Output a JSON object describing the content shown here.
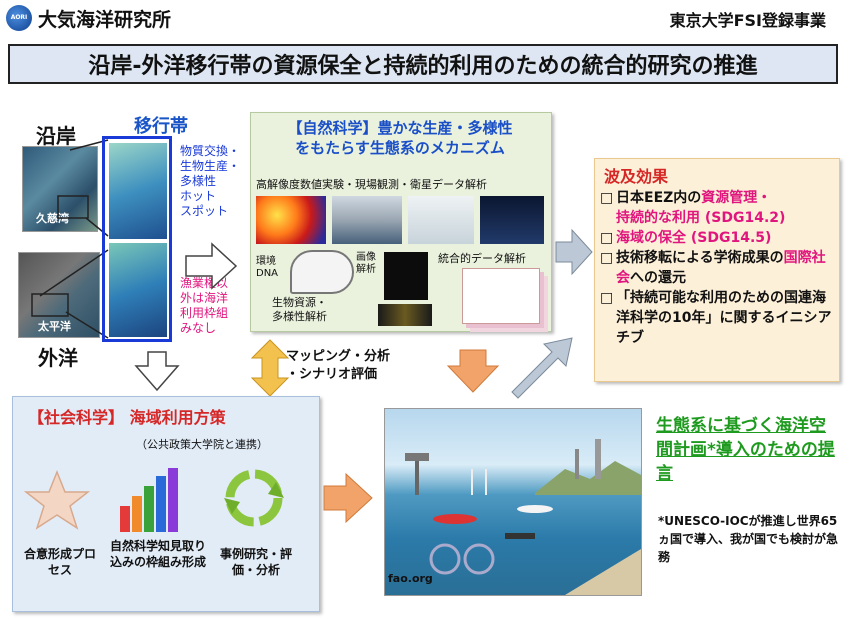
{
  "header": {
    "org": "大気海洋研究所",
    "fsi": "東京大学FSI登録事業",
    "logo_text": "AORI"
  },
  "title": "沿岸-外洋移行帯の資源保全と持続的利用のための統合的研究の推進",
  "left": {
    "coast": "沿岸",
    "ocean": "外洋",
    "bay": "久慈湾",
    "pacific": "太平洋"
  },
  "transition": {
    "title": "移行帯",
    "features": [
      "物質交換・",
      "生物生産・",
      "多様性",
      "ホット",
      "スポット"
    ],
    "fishery": [
      "漁業権以",
      "外は海洋",
      "利用枠組",
      "みなし"
    ]
  },
  "natural": {
    "title_line1": "【自然科学】豊かな生産・多様性",
    "title_line2": "をもたらす生態系のメカニズム",
    "methods": "高解像度数値実験・現場観測・衛星データ解析",
    "dna_line1": "環境",
    "dna_line2": "DNA",
    "image_line1": "画像",
    "image_line2": "解析",
    "integrated": "統合的データ解析",
    "bio_line1": "生物資源・",
    "bio_line2": "多様性解析"
  },
  "impact": {
    "title": "波及効果",
    "bullet": "□",
    "items": [
      {
        "a": "日本EEZ内の",
        "b": "資源管理・",
        "c": "持続的な利用 (SDG14.2)"
      },
      {
        "a": "",
        "b": "海域の保全 (SDG14.5)",
        "c": ""
      },
      {
        "a": "技術移転による学術成果の",
        "b": "国際社会",
        "c": "への還元"
      },
      {
        "a": "「持続可能な利用のための国連海洋科学の10年」に関するイニシアチブ",
        "b": "",
        "c": ""
      }
    ]
  },
  "mapping": {
    "line1": "マッピング・分析",
    "line2": "・シナリオ評価"
  },
  "social": {
    "title": "【社会科学】 海域利用方策",
    "sub": "（公共政策大学院と連携）",
    "item1": "合意形成プロセス",
    "item2": "自然科学知見取り込みの枠組み形成",
    "item3": "事例研究・評価・分析"
  },
  "scene": {
    "source": "fao.org"
  },
  "proposal": {
    "text": "生態系に基づく海洋空間計画*導入のための提言"
  },
  "note": {
    "text": "*UNESCO-IOCが推進し世界65ヵ国で導入、我が国でも検討が急務"
  }
}
